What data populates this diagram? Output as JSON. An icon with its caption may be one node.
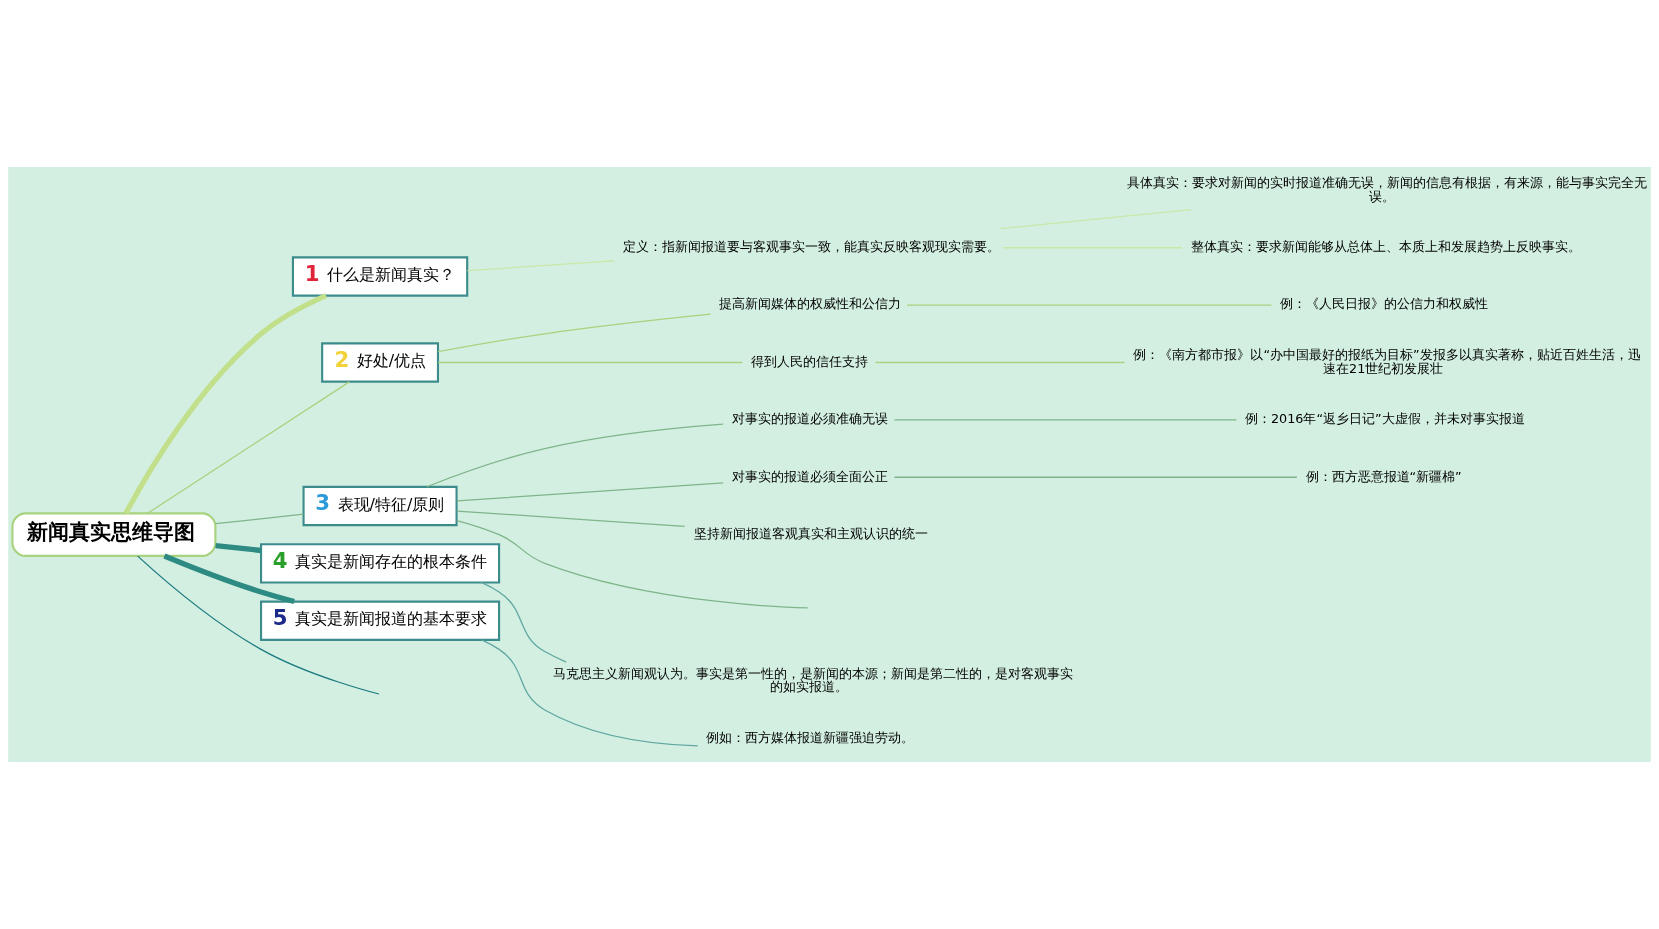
{
  "diagram": {
    "nodes": [
      {
        "text": [
          "新闻真实思维导图"
        ]
      },
      {
        "text": [
          "1",
          "什么是新闻真实？"
        ]
      },
      {
        "text": [
          "定义：指新闻报道要与客观事实一致，能真实反映客观现实需要。"
        ]
      },
      {
        "text": [
          "具体真实：要求对新闻的实时报道准确无误，新闻的信息有根据，有来源，能与事实完全无误。"
        ]
      },
      {
        "text": [
          "整体真实：要求新闻能够从总体上、本质上和发展趋势上反映事实。"
        ]
      },
      {
        "text": [
          "2",
          "好处/优点"
        ]
      },
      {
        "text": [
          "提高新闻媒体的权威性和公信力"
        ]
      },
      {
        "text": [
          "例：《人民日报》的公信力和权威性"
        ]
      },
      {
        "text": [
          "得到人民的信任支持"
        ]
      },
      {
        "text": [
          "例：《南方都市报》以“办中国最好的报纸为目标”发报多以真实著称，贴近百姓生活，迅速在21世纪初发展壮"
        ]
      },
      {
        "text": [
          "3",
          "表现/特征/原则"
        ]
      },
      {
        "text": [
          "对事实的报道必须准确无误"
        ]
      },
      {
        "text": [
          "例：2016年“返乡日记”大虚假，并未对事实报道"
        ]
      },
      {
        "text": [
          "对事实的报道必须全面公正"
        ]
      },
      {
        "text": [
          "例：西方恶意报道“新疆棉”"
        ]
      },
      {
        "text": [
          "坚持新闻报道客观真实和主观认识的统一"
        ]
      },
      {
        "text": [
          "4",
          "真实是新闻存在的根本条件"
        ]
      },
      {
        "text": [
          "马克思主义新闻观认为。事实是第一性的，是新闻的本源；新闻是第二性的，是对客观事实的如实报道。"
        ]
      },
      {
        "text": [
          "5",
          "真实是新闻报道的基本要求"
        ]
      },
      {
        "text": [
          "例如：西方媒体报道新疆强迫劳动。"
        ]
      }
    ],
    "edges": [
      {
        "from": 0,
        "to": 1,
        "arrow": "none",
        "color": "#c2e08c",
        "style": "thick"
      },
      {
        "from": 1,
        "to": 2,
        "arrow": "none",
        "color": "#c9e8a8"
      },
      {
        "from": 2,
        "to": 3,
        "arrow": "none",
        "color": "#c9e8a8"
      },
      {
        "from": 2,
        "to": 4,
        "arrow": "none",
        "color": "#c9e8a8"
      },
      {
        "from": 0,
        "to": 5,
        "arrow": "none",
        "color": "#a9d27e"
      },
      {
        "from": 5,
        "to": 6,
        "arrow": "none",
        "color": "#a9d27e"
      },
      {
        "from": 6,
        "to": 7,
        "arrow": "none",
        "color": "#a9d27e"
      },
      {
        "from": 5,
        "to": 8,
        "arrow": "none",
        "color": "#a9d27e"
      },
      {
        "from": 8,
        "to": 9,
        "arrow": "none",
        "color": "#a9d27e"
      },
      {
        "from": 0,
        "to": 10,
        "arrow": "none",
        "color": "#7fb58a"
      },
      {
        "from": 10,
        "to": 11,
        "arrow": "none",
        "color": "#7fb58a"
      },
      {
        "from": 11,
        "to": 12,
        "arrow": "none",
        "color": "#7fb58a"
      },
      {
        "from": 10,
        "to": 13,
        "arrow": "none",
        "color": "#7fb58a"
      },
      {
        "from": 13,
        "to": 14,
        "arrow": "none",
        "color": "#7fb58a"
      },
      {
        "from": 10,
        "to": 15,
        "arrow": "none",
        "color": "#7fb58a"
      },
      {
        "from": 10,
        "to": null,
        "arrow": "none",
        "color": "#7fb58a"
      },
      {
        "from": 0,
        "to": 16,
        "arrow": "none",
        "color": "#2e8b84",
        "style": "thick"
      },
      {
        "from": 16,
        "to": 17,
        "arrow": "none",
        "color": "#5fa7a0"
      },
      {
        "from": 0,
        "to": 18,
        "arrow": "none",
        "color": "#2e8b84",
        "style": "thick"
      },
      {
        "from": 18,
        "to": 19,
        "arrow": "none",
        "color": "#5fa7a0"
      },
      {
        "from": 0,
        "to": null,
        "arrow": "none",
        "color": "#1a7a80"
      }
    ]
  }
}
